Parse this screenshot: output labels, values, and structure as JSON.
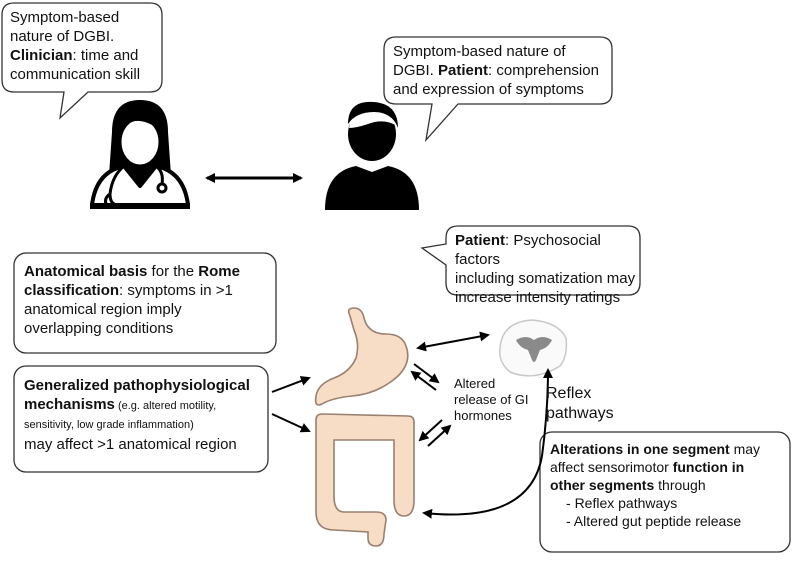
{
  "clinician_callout": {
    "line1": "Symptom-based",
    "line2": "nature of DGBI.",
    "bold": "Clinician",
    "rest": ": time and",
    "line4": "communication skill"
  },
  "patient_callout_top": {
    "line1": "Symptom-based nature of",
    "line2_plain": "DGBI.",
    "bold": "Patient",
    "line2_rest": ": comprehension",
    "line3": "and expression of symptoms"
  },
  "patient_callout_mid": {
    "bold": "Patient",
    "line1_rest": ": Psychosocial factors",
    "line2": "including somatization may",
    "line3": "increase intensity ratings"
  },
  "anatomical_box": {
    "bold1": "Anatomical basis",
    "mid1": " for the ",
    "bold2": "Rome",
    "bold3": "classification",
    "line2_rest": ": symptoms in >1",
    "line3": "anatomical region imply",
    "line4": "overlapping conditions"
  },
  "mechanisms_box": {
    "bold_line1": "Generalized pathophysiological",
    "bold_line2": "mechanisms",
    "small": " (e.g. altered motility,",
    "small_line3": "sensitivity, low grade inflammation)",
    "line4": "may affect >1 anatomical region"
  },
  "hormone_label": {
    "line1": "Altered",
    "line2": "release of GI",
    "line3": "hormones"
  },
  "reflex_label": {
    "line1": "Reflex",
    "line2": "pathways"
  },
  "alterations_box": {
    "bold1": "Alterations in one segment",
    "rest1": " may",
    "line2_plain": "affect sensorimotor ",
    "bold2": "function in",
    "bold3": "other segments",
    "rest3": " through",
    "bullets": [
      "Reflex pathways",
      "Altered gut peptide release"
    ]
  },
  "colors": {
    "gut_fill": "#f7dcc6",
    "gut_stroke": "#9a8070",
    "figure": "#000000",
    "spinal_gray": "#8a8a8a",
    "spinal_light": "#dcdcdc"
  },
  "icons": [
    "clinician-icon",
    "patient-icon",
    "stomach-icon",
    "intestine-icon",
    "spinal-cord-icon"
  ]
}
